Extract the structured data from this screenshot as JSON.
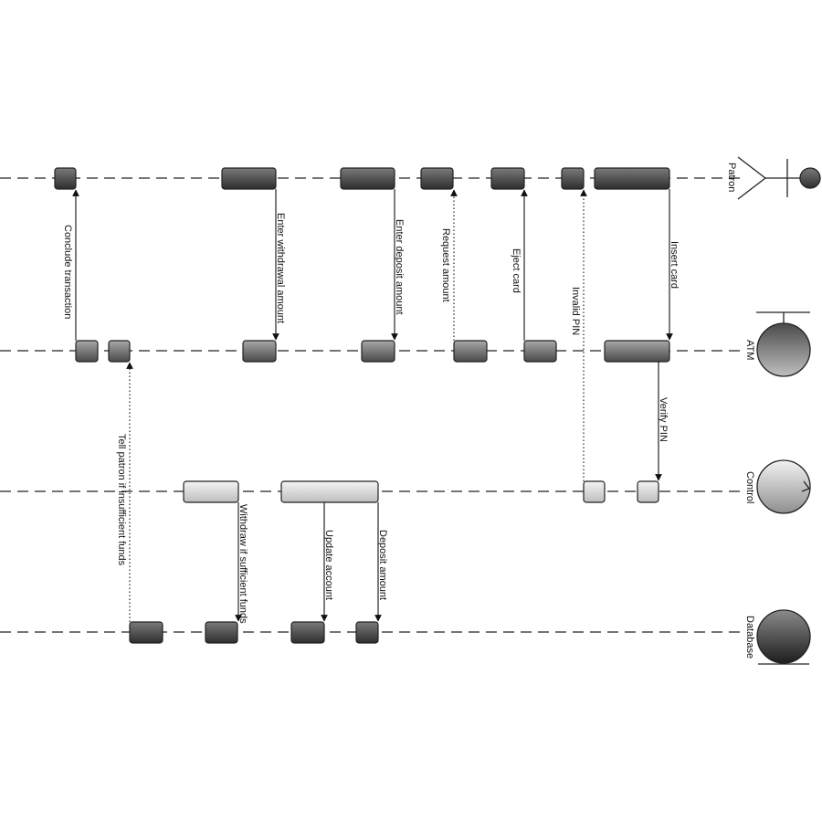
{
  "participants": [
    {
      "id": "patron",
      "label": "Patron",
      "symbol": "actor-icon"
    },
    {
      "id": "atm",
      "label": "ATM",
      "symbol": "boundary-icon"
    },
    {
      "id": "control",
      "label": "Control",
      "symbol": "control-icon"
    },
    {
      "id": "database",
      "label": "Database",
      "symbol": "entity-icon"
    }
  ],
  "messages": [
    {
      "label": "Conclude transaction",
      "from": "atm",
      "to": "patron",
      "style": "solid"
    },
    {
      "label": "Enter withdrawal amount",
      "from": "patron",
      "to": "atm",
      "style": "solid"
    },
    {
      "label": "Enter deposit amount",
      "from": "patron",
      "to": "atm",
      "style": "solid"
    },
    {
      "label": "Request amount",
      "from": "atm",
      "to": "patron",
      "style": "dotted"
    },
    {
      "label": "Eject card",
      "from": "atm",
      "to": "patron",
      "style": "solid"
    },
    {
      "label": "Invalid PIN",
      "from": "control",
      "to": "patron",
      "style": "dotted"
    },
    {
      "label": "Insert card",
      "from": "patron",
      "to": "atm",
      "style": "solid"
    },
    {
      "label": "Verify PIN",
      "from": "atm",
      "to": "control",
      "style": "solid"
    },
    {
      "label": "Tell patron if insufficient funds",
      "from": "database",
      "to": "atm",
      "style": "dotted"
    },
    {
      "label": "Withdraw if sufficient funds",
      "from": "control",
      "to": "database",
      "style": "solid"
    },
    {
      "label": "Update account",
      "from": "control",
      "to": "database",
      "style": "solid"
    },
    {
      "label": "Deposit amount",
      "from": "control",
      "to": "database",
      "style": "solid"
    }
  ],
  "colors": {
    "dark_fill_top": "#7a7a7a",
    "dark_fill_bottom": "#2e2e2e",
    "light_fill_top": "#f2f2f2",
    "light_fill_bottom": "#bdbdbd",
    "line": "#222222"
  }
}
